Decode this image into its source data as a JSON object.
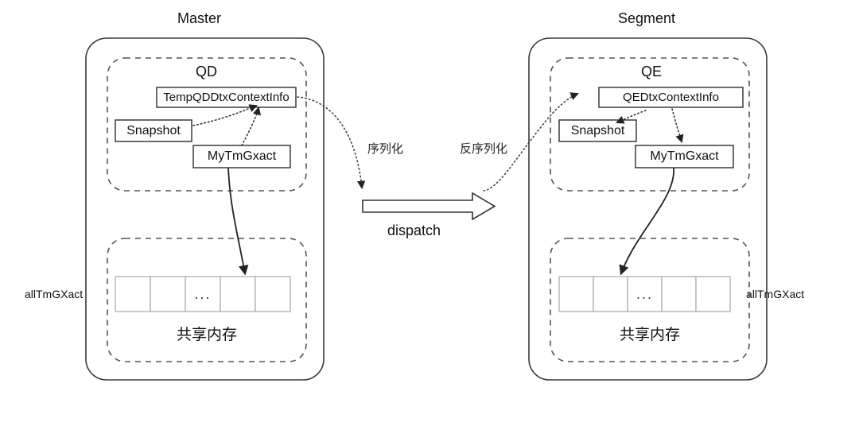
{
  "diagram": {
    "title_left": "Master",
    "title_right": "Segment",
    "left": {
      "process_label": "QD",
      "context_box": "TempQDDtxContextInfo",
      "snapshot_box": "Snapshot",
      "gxact_box": "MyTmGxact",
      "shared_memory_label": "共享内存",
      "array_label": "allTmGXact",
      "array_ellipsis": "...",
      "array_cells": [
        "",
        "",
        "...",
        "",
        ""
      ]
    },
    "right": {
      "process_label": "QE",
      "context_box": "QEDtxContextInfo",
      "snapshot_box": "Snapshot",
      "gxact_box": "MyTmGxact",
      "shared_memory_label": "共享内存",
      "array_label": "allTmGXact",
      "array_ellipsis": "...",
      "array_cells": [
        "",
        "",
        "...",
        "",
        ""
      ]
    },
    "middle": {
      "serialize_label": "序列化",
      "deserialize_label": "反序列化",
      "dispatch_label": "dispatch"
    },
    "colors": {
      "stroke": "#3a3a3a",
      "dashed_stroke": "#555555",
      "cell_stroke": "#b8b8b8",
      "text": "#111111",
      "background": "#ffffff"
    }
  }
}
